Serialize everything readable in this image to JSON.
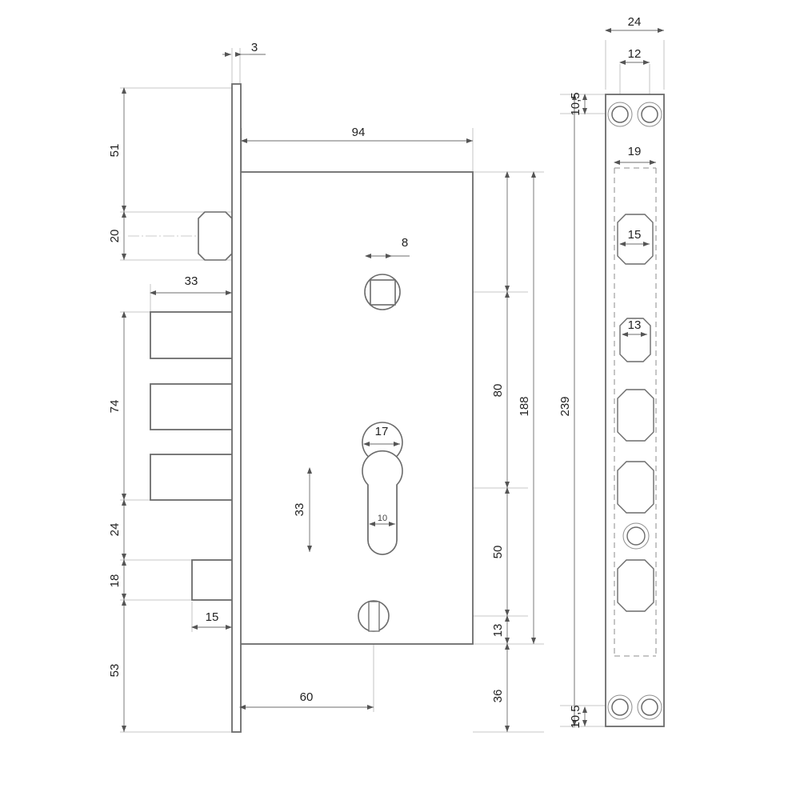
{
  "drawing": {
    "type": "technical-drawing",
    "subject": "mortise lock body and faceplate",
    "views": [
      {
        "name": "side-view",
        "label": ""
      },
      {
        "name": "faceplate-front-view",
        "label": ""
      }
    ]
  },
  "dimensions": {
    "side_view": {
      "backset_plate_thickness": "3",
      "top_to_latch": "51",
      "latch_height": "20",
      "latch_projection": "33",
      "deadbolts_height": "74",
      "gap_below_deadbolts": "24",
      "aux_bolt_height": "18",
      "aux_bolt_projection": "15",
      "bottom_margin": "53",
      "body_width": "94",
      "spindle_square": "8",
      "spindle_to_body_top": "80",
      "body_height": "188",
      "keyhole_width": "17",
      "keyhole_stem_width": "10",
      "keyhole_height": "33",
      "cylinder_to_bottom": "50",
      "screw_to_bottom": "13",
      "bottom_to_baseline": "36",
      "backset": "60"
    },
    "faceplate_view": {
      "plate_width": "24",
      "screw_spacing": "12",
      "screw_edge_offset_top": "10,5",
      "screw_edge_offset_bottom": "10,5",
      "inner_width": "19",
      "latch_opening_width": "15",
      "bolt_opening_width": "13",
      "plate_length": "239"
    }
  },
  "labels": {
    "d3": "3",
    "d51": "51",
    "d20": "20",
    "d33h": "33",
    "d74": "74",
    "d24": "24",
    "d18": "18",
    "d15": "15",
    "d53": "53",
    "d94": "94",
    "d8": "8",
    "d80": "80",
    "d188": "188",
    "d17": "17",
    "d10": "10",
    "d33v": "33",
    "d50": "50",
    "d13": "13",
    "d36": "36",
    "d60": "60",
    "f24": "24",
    "f12": "12",
    "f105a": "10,5",
    "f105b": "10,5",
    "f19": "19",
    "f15": "15",
    "f13": "13",
    "f239": "239"
  },
  "colors": {
    "outline": "#5a5a5a",
    "thin": "#9a9a9a",
    "dim": "#888888",
    "text": "#222222",
    "background": "#ffffff"
  }
}
